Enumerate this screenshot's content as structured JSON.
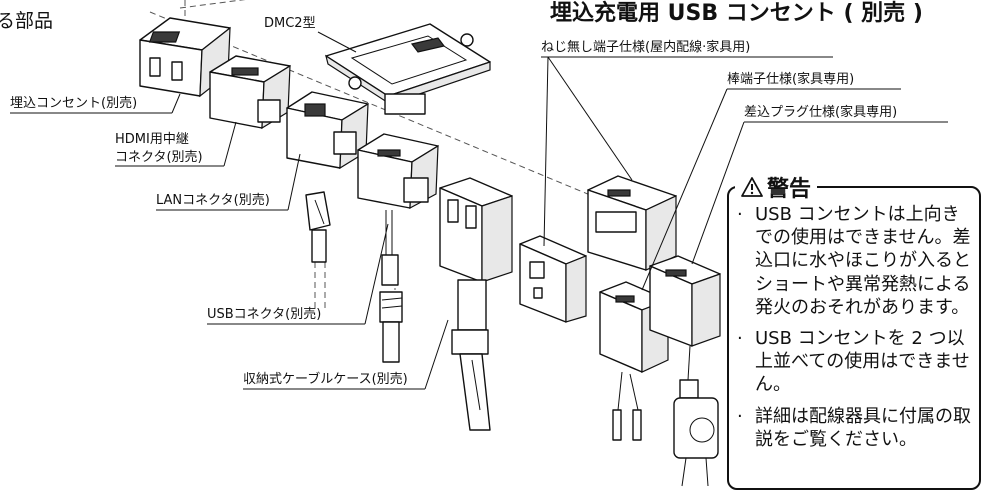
{
  "heading_left": "る部品",
  "heading_right": "埋込充電用 USB コンセント ( 別売 )",
  "labels": {
    "dmc2": "DMC2型",
    "outlet": "埋込コンセント(別売)",
    "hdmi_line1": "HDMI用中継",
    "hdmi_line2": "コネクタ(別売)",
    "lan": "LANコネクタ(別売)",
    "usb": "USBコネクタ(別売)",
    "cable_case": "収納式ケーブルケース(別売)",
    "screwless": "ねじ無し端子仕様(屋内配線·家具用)",
    "rod": "棒端子仕様(家具専用)",
    "plug": "差込プラグ仕様(家具専用)"
  },
  "warning": {
    "title": "警告",
    "icon": "warning-triangle-icon",
    "items": [
      "USB コンセントは上向きでの使用はできません。差込口に水やほこりが入るとショートや異常発熱による発火のおそれがあります。",
      "USB コンセントを 2 つ以上並べての使用はできません。",
      "詳細は配線器具に付属の取説をご覧ください。"
    ],
    "bullet": "·"
  }
}
